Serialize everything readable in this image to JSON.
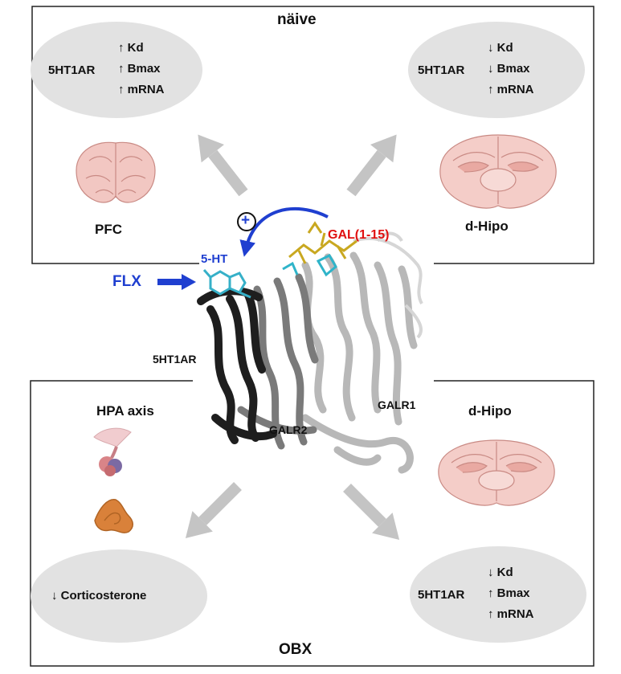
{
  "panel_top": {
    "title": "näive",
    "left": {
      "region": "PFC",
      "receptor": "5HT1AR",
      "changes": [
        "↑ Kd",
        "↑ Bmax",
        "↑ mRNA"
      ]
    },
    "right": {
      "region": "d-Hipo",
      "receptor": "5HT1AR",
      "changes": [
        "↓ Kd",
        "↓ Bmax",
        "↑ mRNA"
      ]
    }
  },
  "panel_bottom": {
    "title": "OBX",
    "left": {
      "region": "HPA axis",
      "effect": "↓ Corticosterone"
    },
    "right": {
      "region": "d-Hipo",
      "receptor": "5HT1AR",
      "changes": [
        "↓ Kd",
        "↑ Bmax",
        "↑ mRNA"
      ]
    }
  },
  "center": {
    "drug": "FLX",
    "ligand_5ht": "5-HT",
    "peptide": "GAL(1-15)",
    "plus_sign": "+",
    "receptor_5ht1a": "5HT1AR",
    "receptor_galr2": "GALR2",
    "receptor_galr1": "GALR1"
  },
  "colors": {
    "blue": "#1f3fd0",
    "red": "#e01010",
    "ellipse": "#e2e2e2",
    "arrow_gray": "#c4c4c4",
    "brain_fill": "#f2c7c2",
    "brain_stroke": "#c98a84"
  },
  "icons": {
    "pfc": "prefrontal-cortex-brain-section-icon",
    "hippo": "hippocampus-brain-section-icon",
    "pituitary": "pituitary-gland-icon",
    "adrenal": "adrenal-gland-icon"
  }
}
